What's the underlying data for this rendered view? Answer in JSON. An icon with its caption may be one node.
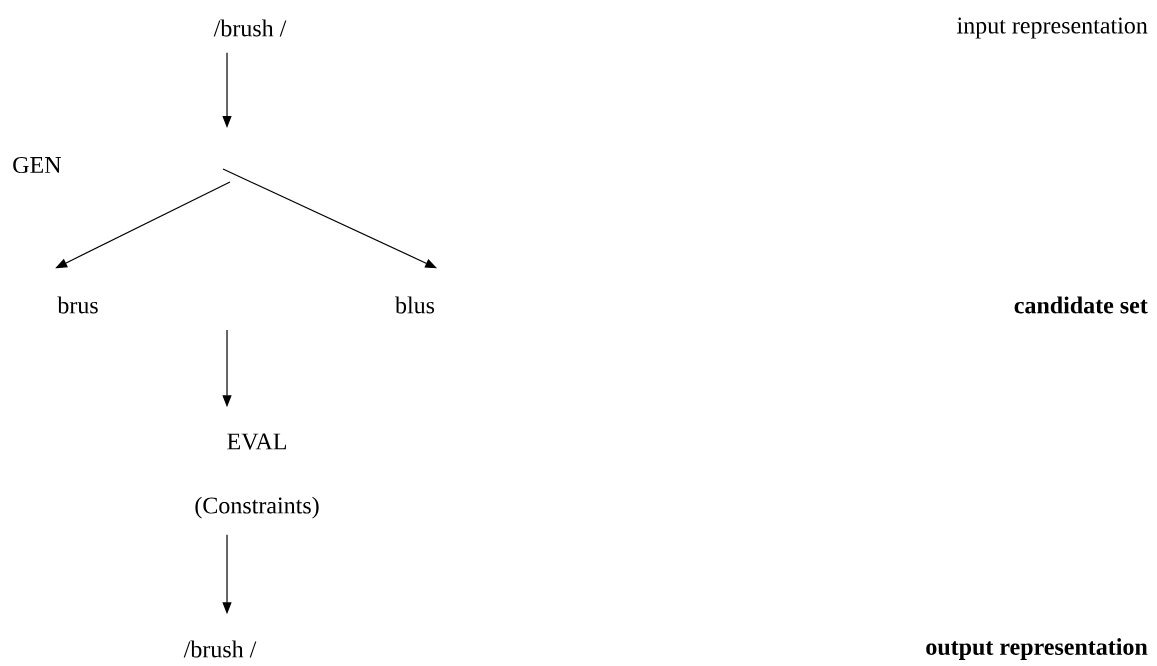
{
  "diagram": {
    "nodes": [
      {
        "text": [
          "/brush /"
        ]
      },
      {
        "text": [
          "brus"
        ]
      },
      {
        "text": [
          "blus"
        ]
      },
      {
        "text": [
          "EVAL",
          "(Constraints)"
        ]
      },
      {
        "text": [
          "/brush /"
        ]
      }
    ],
    "edges": [
      {
        "from": 0,
        "to": null,
        "arrow": "to"
      },
      {
        "from": null,
        "to": 1,
        "arrow": "to"
      },
      {
        "from": null,
        "to": 2,
        "arrow": "to"
      },
      {
        "from": null,
        "to": 3,
        "arrow": "to"
      },
      {
        "from": 3,
        "to": 4,
        "arrow": "to"
      }
    ],
    "labels": [
      "input representation",
      "GEN",
      "candidate set",
      "output representation"
    ]
  }
}
